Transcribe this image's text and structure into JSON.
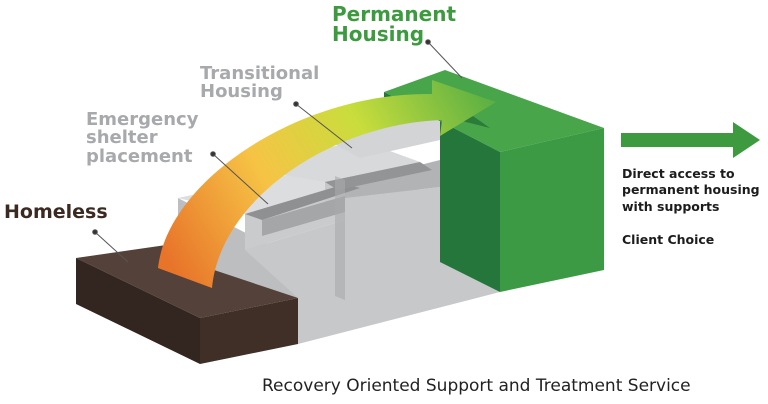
{
  "labels": {
    "homeless": "Homeless",
    "emergency": [
      "Emergency",
      "shelter",
      "placement"
    ],
    "transitional": [
      "Transitional",
      "Housing"
    ],
    "permanent": [
      "Permanent",
      "Housing"
    ]
  },
  "side_text": {
    "direct_access": [
      "Direct access to",
      "permanent housing",
      "with supports"
    ],
    "client_choice": "Client Choice"
  },
  "footer": "Recovery Oriented Support and Treatment Service",
  "colors": {
    "homeless": "#3b2a21",
    "step_label": "#a7a9ac",
    "permanent": "#3d9a3f",
    "arrow_gradient": [
      "#e8742a",
      "#f6c445",
      "#c9dd3c",
      "#5cb043"
    ]
  }
}
